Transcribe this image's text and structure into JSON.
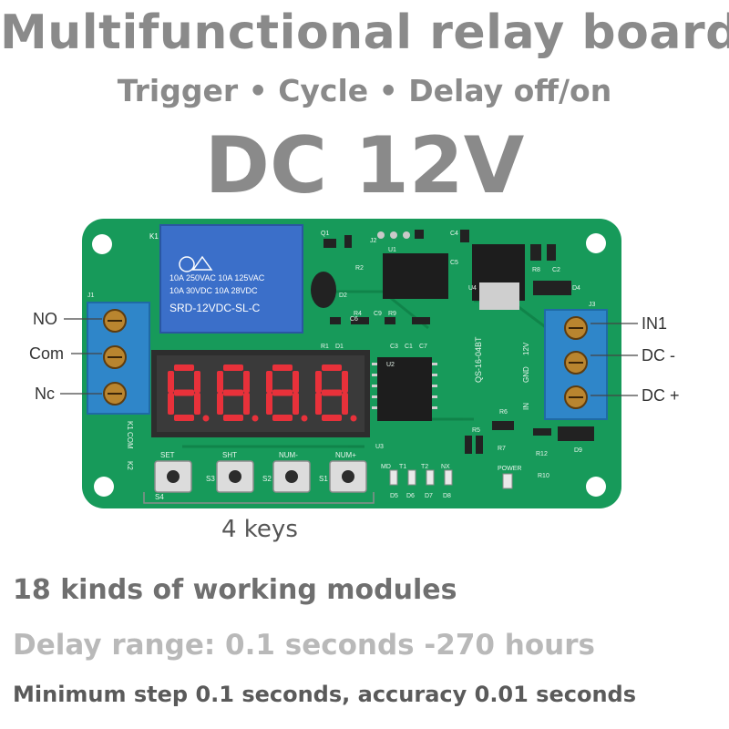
{
  "heading": {
    "title": "Multifunctional relay board",
    "subtitle": "Trigger • Cycle • Delay off/on",
    "voltage": "DC 12V"
  },
  "board": {
    "relay_lines": [
      "10A 250VAC 10A 125VAC",
      "10A  30VDC 10A 28VDC",
      "SRD-12VDC-SL-C"
    ],
    "relay_ref": "K1",
    "pcb_code": "QS-16-04BT",
    "terminal_left_labels": [
      "NO",
      "Com",
      "Nc"
    ],
    "terminal_right_labels": [
      "IN1",
      "DC -",
      "DC +"
    ],
    "pcb_right_silk": [
      "12V",
      "GND",
      "IN"
    ],
    "key_silk": [
      "SET",
      "SHT",
      "NUM-",
      "NUM+"
    ],
    "key_refs": [
      "S4",
      "S3",
      "S2",
      "S1"
    ],
    "component_refs": [
      "Q1",
      "J2",
      "U1",
      "C4",
      "R2",
      "C5",
      "U4",
      "R8",
      "C2",
      "D4",
      "J3",
      "D2",
      "R4",
      "C9",
      "R9",
      "R1",
      "D1",
      "C3",
      "C1",
      "C7",
      "C6",
      "U2",
      "R6",
      "R5",
      "R7",
      "R12",
      "D9",
      "U3",
      "J1",
      "POWER",
      "D5",
      "D6",
      "D7",
      "D8",
      "MD",
      "T1",
      "T2",
      "NX",
      "R10"
    ],
    "left_silk": [
      "K1 COM",
      "K2"
    ],
    "display_value": "8.8.8.8"
  },
  "keys_label": "4  keys",
  "features": [
    "18 kinds of working modules",
    "Delay range: 0.1 seconds -270 hours",
    "Minimum step 0.1 seconds, accuracy 0.01 seconds"
  ],
  "colors": {
    "pcb": "#179a5a",
    "relay": "#3b6fc9",
    "terminal": "#2f86c9",
    "display_digit": "#e8313a",
    "heading_gray": "#8a8a8a"
  }
}
